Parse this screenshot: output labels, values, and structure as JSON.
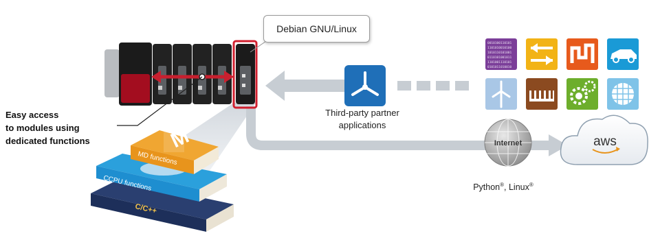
{
  "callout": {
    "label": "Debian GNU/Linux"
  },
  "left_note": {
    "lines": [
      "Easy access",
      "to modules using",
      "dedicated functions"
    ]
  },
  "partner": {
    "lines": [
      "Third-party partner",
      "applications"
    ]
  },
  "internet": {
    "label": "Internet"
  },
  "cloud": {
    "label": "aws"
  },
  "footer": {
    "python": "Python",
    "linux": "Linux",
    "reg": "®"
  },
  "books": [
    {
      "label": "M",
      "title": "MD functions"
    },
    {
      "label": "",
      "title": "CCPU functions"
    },
    {
      "label": "C/C++",
      "title": ""
    }
  ],
  "colors": {
    "plc_red": "#a30d1f",
    "highlight_red": "#d01f2e",
    "arrow_gray": "#c7cdd3",
    "partner_blue": "#1f6fb8",
    "book_orange": "#e8941c",
    "book_blue": "#1e8ed0",
    "book_navy": "#1d2f5a"
  },
  "icons": [
    "binary-code-icon",
    "transfer-arrows-icon",
    "pipe-robot-icon",
    "car-icon",
    "turbine-icon",
    "factory-bottles-icon",
    "gears-icon",
    "globe-grid-icon"
  ]
}
